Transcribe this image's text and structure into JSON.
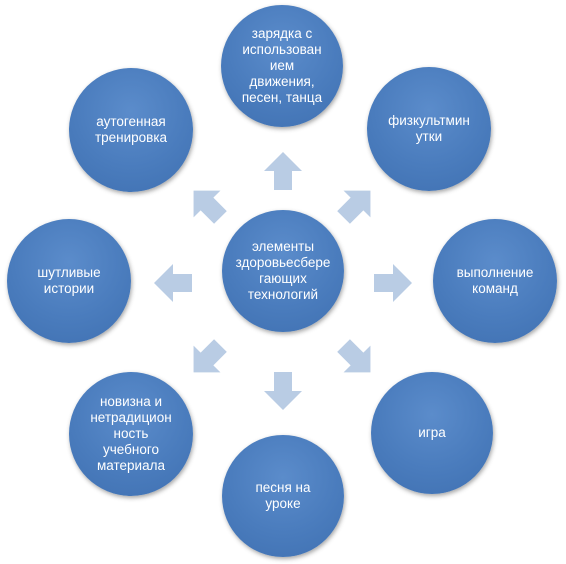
{
  "diagram": {
    "center": "элементы\nздоровьесбере\nгающих\nтехнологий",
    "nodes": {
      "top": "зарядка с\nиспользован\nием\nдвижения,\nпесен, танца",
      "top_right": "физкультмин\nутки",
      "right": "выполнение\nкоманд",
      "bottom_right": "игра",
      "bottom": "песня на\nуроке",
      "bottom_left": "новизна и\nнетрадицион\nность\nучебного\nматериала",
      "left": "шутливые\nистории",
      "top_left": "аутогенная\nтренировка"
    }
  },
  "colors": {
    "circle": "#4a7cbd",
    "arrow": "#b9cce4",
    "text": "#ffffff"
  }
}
